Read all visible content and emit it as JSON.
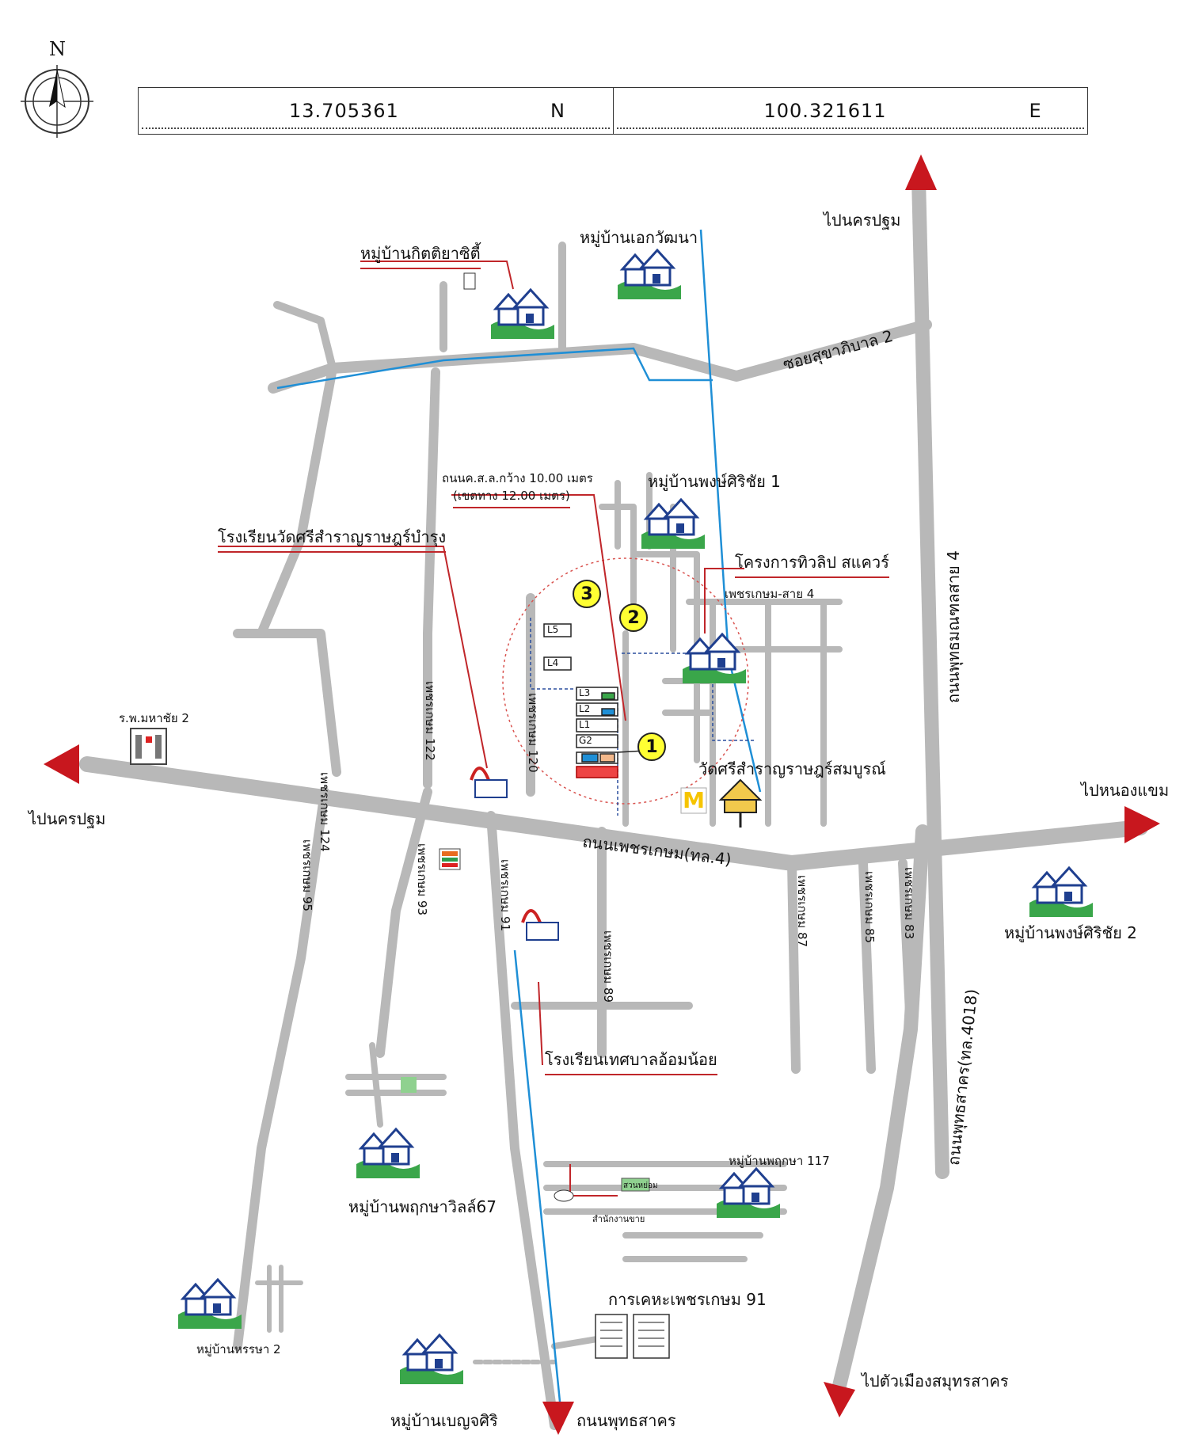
{
  "coordinates": {
    "latitude": "13.705361",
    "lat_dir": "N",
    "longitude": "100.321611",
    "lon_dir": "E"
  },
  "compass": {
    "north_label": "N"
  },
  "directions": {
    "to_nakhon_pathom_top": "ไปนครปฐม",
    "to_nakhon_pathom_left": "ไปนครปฐม",
    "to_nong_khaem": "ไปหนองแขม",
    "to_samut_sakhon": "ไปตัวเมืองสมุทรสาคร"
  },
  "roads": {
    "phetkasem_main": "ถนนเพชรเกษม(ทล.4)",
    "kanchanaphisek": "ถนนพุทธมณฑลสาย 4",
    "phutthasakhon_diag": "ถนนพุทธสาคร(ทล.4018)",
    "phutthasakhon_bottom": "ถนนพุทธสาคร",
    "soi_sukhaphiban": "ซอยสุขาภิบาล 2",
    "road_width_line1": "ถนนค.ส.ล.กว้าง 10.00 เมตร",
    "road_width_line2": "(เขตทาง 12.00 เมตร)",
    "soi_124": "เพชรเกษม 124",
    "soi_122": "เพชรเกษม 122",
    "soi_120": "เพชรเกษม 120",
    "soi_95": "เพชรเกษม 95",
    "soi_93": "เพชรเกษม 93",
    "soi_91": "เพชรเกษม 91",
    "soi_89": "เพชรเกษม 89",
    "soi_87": "เพชรเกษม 87",
    "soi_85": "เพชรเกษม 85",
    "soi_83": "เพชรเกษม 83",
    "phetkasem_sai4": "เพชรเกษม-สาย 4"
  },
  "places": {
    "kittiya_city": "หมู่บ้านกิตติยาซิตี้",
    "ekawatthana": "หมู่บ้านเอกวัฒนา",
    "phongsirichai1": "หมู่บ้านพงษ์ศิริชัย 1",
    "phongsirichai2": "หมู่บ้านพงษ์ศิริชัย 2",
    "school_wat_sri": "โรงเรียนวัดศรีสำราญราษฎร์บำรุง",
    "project_tulip": "โครงการทิวลิป สแควร์",
    "wat_sri": "วัดศรีสำราญราษฎร์สมบูรณ์",
    "hospital": "ร.พ.มหาชัย 2",
    "school_om_noi": "โรงเรียนเทศบาลอ้อมน้อย",
    "pruksa_ville": "หมู่บ้านพฤกษาวิลล์67",
    "pruksa_117": "หมู่บ้านพฤกษา 117",
    "park_label": "สวนหย่อม",
    "sales_office": "สำนักงานขาย",
    "housing_91": "การเคหะเพชรเกษม  91",
    "harasa2": "หมู่บ้านหรรษา 2",
    "benjasiri": "หมู่บ้านเบญจศิริ"
  },
  "parcels": [
    "L5",
    "L4",
    "L3",
    "L2",
    "L1",
    "G2"
  ],
  "markers": [
    "1",
    "2",
    "3"
  ],
  "colors": {
    "road": "#b8b8b8",
    "canal": "#1f8fd6",
    "arrow": "#c8171e",
    "marker": "#ffff33",
    "leader": "#c0262a",
    "house_green": "#3aa64a",
    "house_blue": "#1f3f8f"
  }
}
